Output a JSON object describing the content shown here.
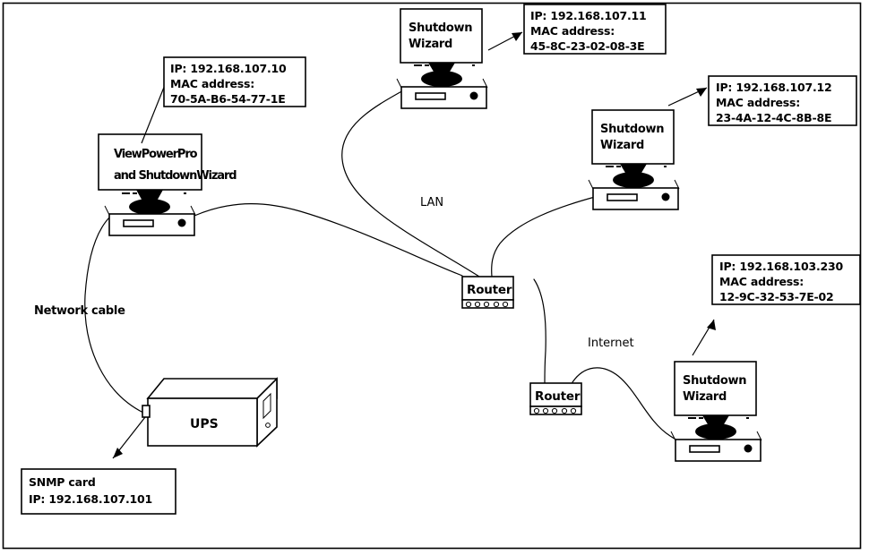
{
  "diagram": {
    "title": "Network topology with UPS, ViewPower Pro and Shutdown Wizard clients",
    "frame_color": "#000000",
    "background_color": "#ffffff"
  },
  "devices": {
    "main_workstation": {
      "monitor_line1": "ViewPowerPro",
      "monitor_line2": "and ShutdownWizard"
    },
    "client_top": {
      "monitor_line1": "Shutdown",
      "monitor_line2": "Wizard"
    },
    "client_right": {
      "monitor_line1": "Shutdown",
      "monitor_line2": "Wizard"
    },
    "client_remote": {
      "monitor_line1": "Shutdown",
      "monitor_line2": "Wizard"
    },
    "router_lan": {
      "label": "Router",
      "port_count": 5
    },
    "router_internet": {
      "label": "Router",
      "port_count": 5
    },
    "ups": {
      "label": "UPS"
    }
  },
  "info_boxes": {
    "main_workstation": {
      "line1": "IP: 192.168.107.10",
      "line2": "MAC address:",
      "line3": "70-5A-B6-54-77-1E"
    },
    "client_top": {
      "line1": "IP: 192.168.107.11",
      "line2": "MAC address:",
      "line3": "45-8C-23-02-08-3E"
    },
    "client_right": {
      "line1": "IP: 192.168.107.12",
      "line2": "MAC address:",
      "line3": "23-4A-12-4C-8B-8E"
    },
    "client_remote": {
      "line1": "IP: 192.168.103.230",
      "line2": "MAC address:",
      "line3": "12-9C-32-53-7E-02"
    },
    "snmp_card": {
      "line1": "SNMP card",
      "line2": "IP: 192.168.107.101"
    }
  },
  "link_labels": {
    "lan": "LAN",
    "internet": "Internet",
    "network_cable": "Network cable"
  }
}
